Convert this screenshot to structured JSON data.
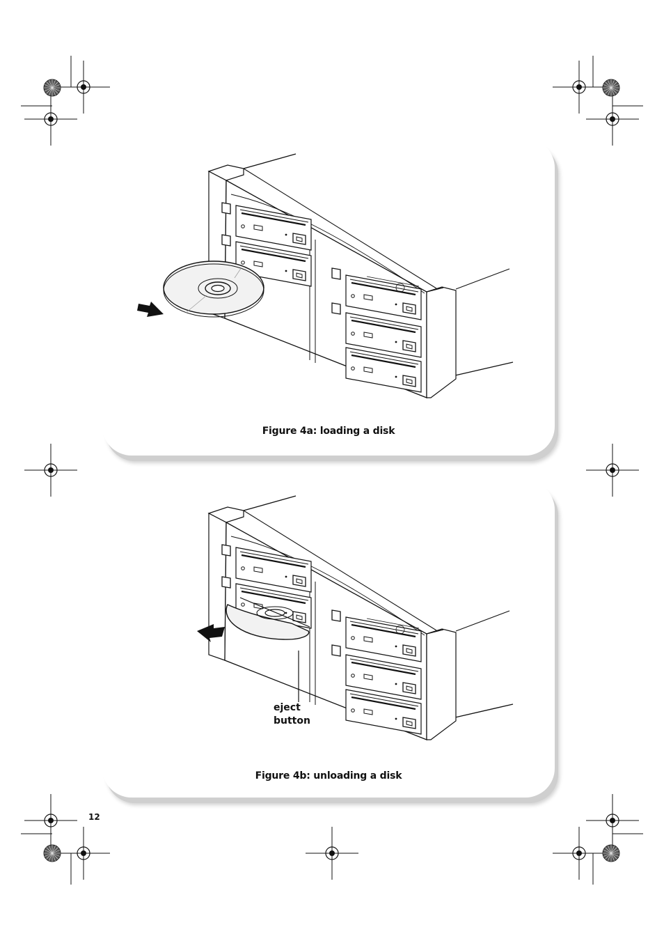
{
  "figures": [
    {
      "id": "4a",
      "caption": "Figure 4a: loading a disk"
    },
    {
      "id": "4b",
      "caption": "Figure 4b: unloading a disk",
      "callout_line1": "eject",
      "callout_line2": "button"
    }
  ],
  "page_number": "12",
  "colors": {
    "ink": "#111111",
    "panel_shadow": "#cfcfcf",
    "disc_fill": "#f2f2f2"
  },
  "icons": [
    "registration-mark-icon",
    "starburst-target-icon",
    "direction-arrow-icon"
  ]
}
